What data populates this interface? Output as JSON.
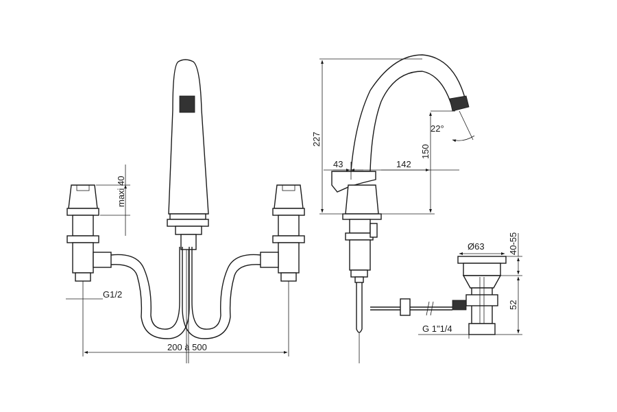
{
  "dimensions": {
    "maxi": "maxi 40",
    "thread_left": "G1/2",
    "spread": "200 à 500",
    "height_total": "227",
    "offset": "43",
    "reach": "142",
    "spout_height": "150",
    "angle": "22°",
    "drain_diameter": "Ø63",
    "drain_range": "40-55",
    "drain_depth": "52",
    "drain_thread": "G 1\"1/4"
  }
}
